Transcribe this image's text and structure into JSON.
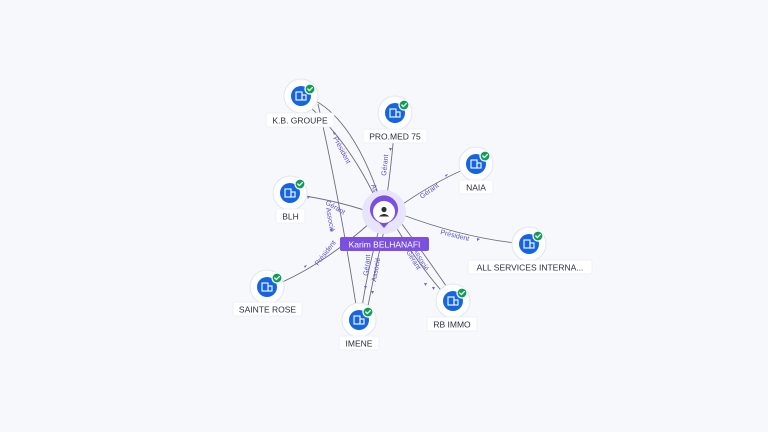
{
  "center": {
    "name": "Karim BELHANAFI",
    "icon": "person-icon"
  },
  "companies": [
    {
      "id": "kb-groupe",
      "name": "K.B. GROUPE",
      "verified": true,
      "icon": "building-icon"
    },
    {
      "id": "pro-med-75",
      "name": "PRO.MED 75",
      "verified": true,
      "icon": "building-icon"
    },
    {
      "id": "naia",
      "name": "NAIA",
      "verified": true,
      "icon": "building-icon"
    },
    {
      "id": "blh",
      "name": "BLH",
      "verified": true,
      "icon": "building-icon"
    },
    {
      "id": "all-services",
      "name": "ALL SERVICES INTERNA...",
      "verified": true,
      "icon": "building-icon"
    },
    {
      "id": "sainte-rose",
      "name": "SAINTE ROSE",
      "verified": true,
      "icon": "building-icon"
    },
    {
      "id": "imene",
      "name": "IMENE",
      "verified": true,
      "icon": "building-icon"
    },
    {
      "id": "rb-immo",
      "name": "RB IMMO",
      "verified": true,
      "icon": "building-icon"
    }
  ],
  "edge_labels": {
    "kb_president": "Président",
    "kb_associe": "Assoc",
    "pro_gerant": "Gérant",
    "naia_gerant": "Gérant",
    "blh_gerant": "Gérant",
    "all_president": "Président",
    "sainte_president": "Président",
    "imene_gerant": "Gérant",
    "imene_associe": "Associé",
    "rb_gerant": "Gérant",
    "rb_associe": "Associé",
    "kb_sainte": "Associé"
  },
  "colors": {
    "person_accent": "#7b4fe0",
    "company_accent": "#1565e0",
    "verified": "#0f9d58",
    "edge_label": "#5b55c8"
  }
}
